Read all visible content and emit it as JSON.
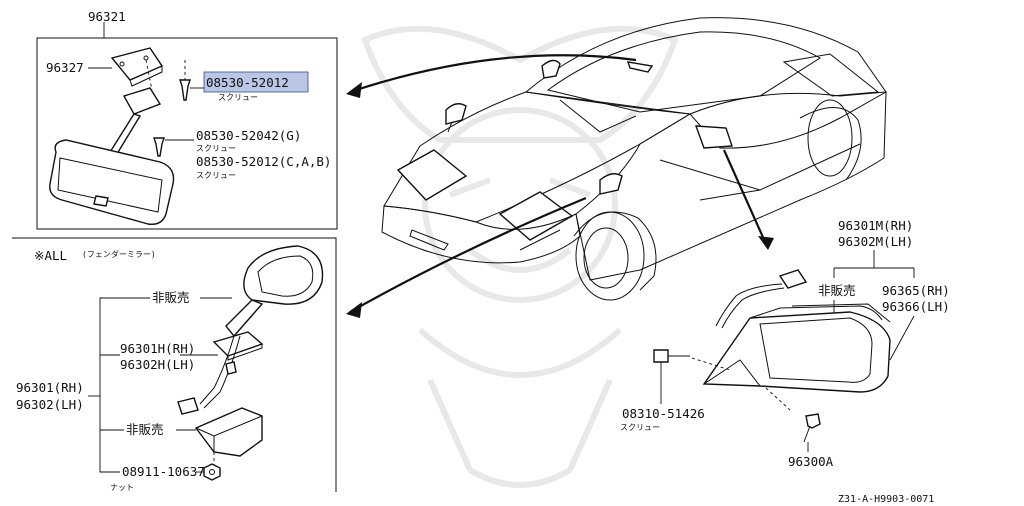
{
  "diagram_id": "Z31-A-H9903-0071",
  "mirror_assembly": {
    "assembly_part": "96321",
    "bracket_part": "96327",
    "highlight_screw_part": "08530-52012",
    "highlight_screw_desc": "スクリュー",
    "screw_g_part": "08530-52042(G)",
    "screw_g_desc": "スクリュー",
    "screw_cab_part": "08530-52012(C,A,B)",
    "screw_cab_desc": "スクリュー",
    "highlight_color": "#b9c6e4"
  },
  "fender_mirror": {
    "header": "※ALL",
    "header_note": "(フェンダーミラー)",
    "not_sold_top": "非販売",
    "rh_part": "96301H(RH)",
    "lh_part": "96302H(LH)",
    "assy_rh": "96301(RH)",
    "assy_lh": "96302(LH)",
    "not_sold_bottom": "非販売",
    "nut_part": "08911-10637",
    "nut_desc": "ナット"
  },
  "door_mirror": {
    "assy_rh": "96301M(RH)",
    "assy_lh": "96302M(LH)",
    "not_sold": "非販売",
    "glass_rh": "96365(RH)",
    "glass_lh": "96366(LH)",
    "screw_part": "08310-51426",
    "screw_desc": "スクリュー",
    "cover_part": "96300A"
  }
}
